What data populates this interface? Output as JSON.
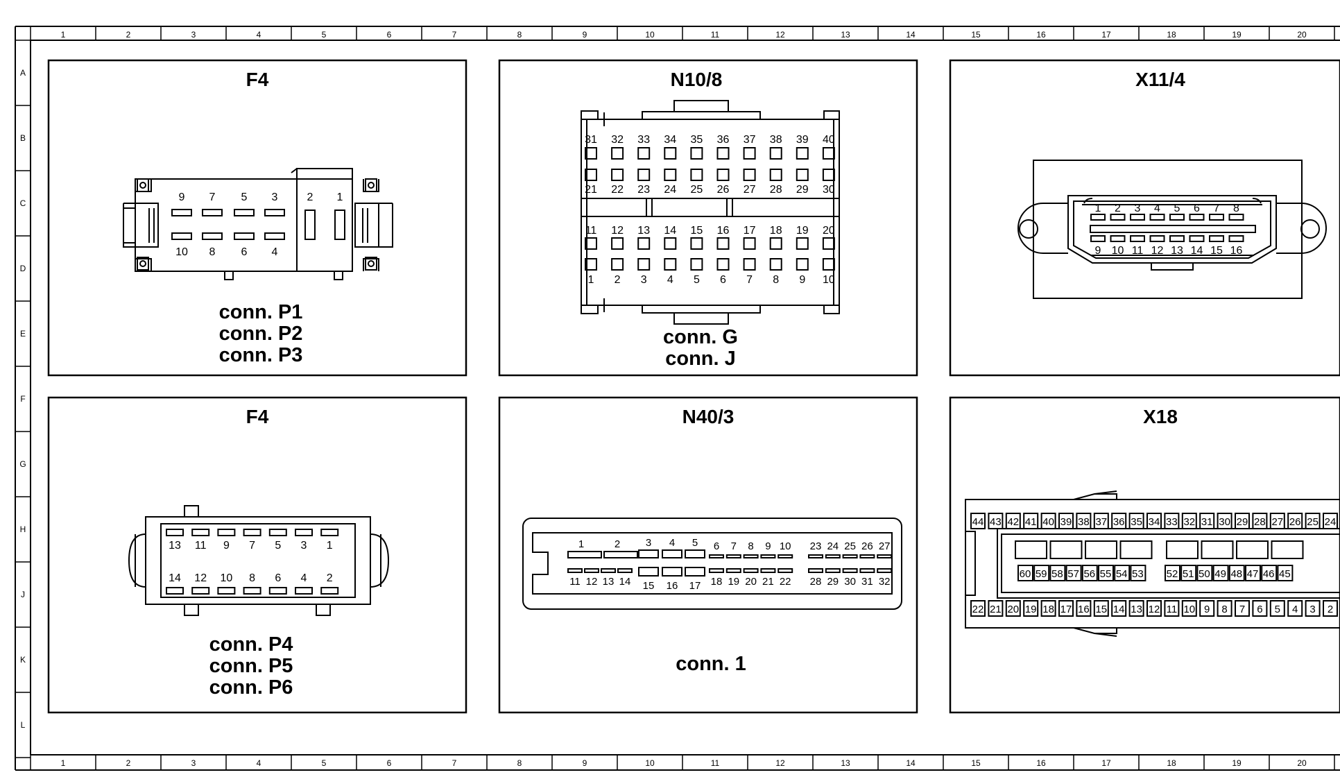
{
  "ruler": {
    "columns": [
      "1",
      "2",
      "3",
      "4",
      "5",
      "6",
      "7",
      "8",
      "9",
      "10",
      "11",
      "12",
      "13",
      "14",
      "15",
      "16",
      "17",
      "18",
      "19",
      "20"
    ],
    "rows": [
      "A",
      "B",
      "C",
      "D",
      "E",
      "F",
      "G",
      "H",
      "J",
      "K",
      "L"
    ]
  },
  "panels": {
    "f4_top": {
      "title": "F4",
      "connectors": [
        "conn. P1",
        "conn. P2",
        "conn. P3"
      ],
      "pins_top": [
        "9",
        "7",
        "5",
        "3"
      ],
      "pins_bottom": [
        "10",
        "8",
        "6",
        "4"
      ],
      "pins_right": [
        "2",
        "1"
      ]
    },
    "n10_8": {
      "title": "N10/8",
      "connectors": [
        "conn. G",
        "conn. J"
      ],
      "row1": [
        "31",
        "32",
        "33",
        "34",
        "35",
        "36",
        "37",
        "38",
        "39",
        "40"
      ],
      "row2": [
        "21",
        "22",
        "23",
        "24",
        "25",
        "26",
        "27",
        "28",
        "29",
        "30"
      ],
      "row3": [
        "11",
        "12",
        "13",
        "14",
        "15",
        "16",
        "17",
        "18",
        "19",
        "20"
      ],
      "row4": [
        "1",
        "2",
        "3",
        "4",
        "5",
        "6",
        "7",
        "8",
        "9",
        "10"
      ]
    },
    "x11_4": {
      "title": "X11/4",
      "pins_top": [
        "1",
        "2",
        "3",
        "4",
        "5",
        "6",
        "7",
        "8"
      ],
      "pins_bottom": [
        "9",
        "10",
        "11",
        "12",
        "13",
        "14",
        "15",
        "16"
      ]
    },
    "f4_bottom": {
      "title": "F4",
      "connectors": [
        "conn. P4",
        "conn. P5",
        "conn. P6"
      ],
      "pins_top": [
        "13",
        "11",
        "9",
        "7",
        "5",
        "3",
        "1"
      ],
      "pins_bottom": [
        "14",
        "12",
        "10",
        "8",
        "6",
        "4",
        "2"
      ]
    },
    "n40_3": {
      "title": "N40/3",
      "connectors": [
        "conn. 1"
      ],
      "top_large": [
        "1",
        "2"
      ],
      "top_mid": [
        "3",
        "4",
        "5"
      ],
      "top_small": [
        "6",
        "7",
        "8",
        "9",
        "10"
      ],
      "top_right": [
        "23",
        "24",
        "25",
        "26",
        "27"
      ],
      "bot_left": [
        "11",
        "12",
        "13",
        "14"
      ],
      "bot_mid": [
        "15",
        "16",
        "17"
      ],
      "bot_small": [
        "18",
        "19",
        "20",
        "21",
        "22"
      ],
      "bot_right": [
        "28",
        "29",
        "30",
        "31",
        "32"
      ]
    },
    "x18": {
      "title": "X18",
      "row_top": [
        "44",
        "43",
        "42",
        "41",
        "40",
        "39",
        "38",
        "37",
        "36",
        "35",
        "34",
        "33",
        "32",
        "31",
        "30",
        "29",
        "28",
        "27",
        "26",
        "25",
        "24"
      ],
      "row_mid_left": [
        "60",
        "59",
        "58",
        "57",
        "56",
        "55",
        "54",
        "53"
      ],
      "row_mid_right": [
        "52",
        "51",
        "50",
        "49",
        "48",
        "47",
        "46",
        "45"
      ],
      "row_bottom": [
        "22",
        "21",
        "20",
        "19",
        "18",
        "17",
        "16",
        "15",
        "14",
        "13",
        "12",
        "11",
        "10",
        "9",
        "8",
        "7",
        "6",
        "5",
        "4",
        "3",
        "2"
      ]
    }
  }
}
